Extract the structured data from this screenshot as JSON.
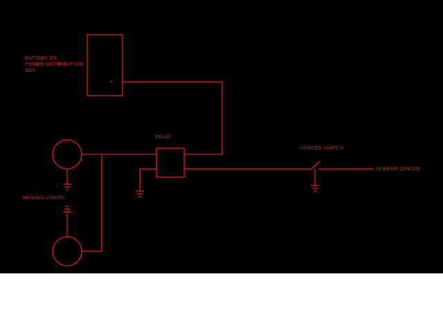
{
  "colors": {
    "background": "#000000",
    "wire": "#e8161f",
    "below_canvas": "#ffffff"
  },
  "labels": {
    "battery_line1": "BATTERY OR",
    "battery_line2": "POWER DISTRIBUTION",
    "battery_line3": "BOX",
    "battery_terminal": "+",
    "relay": "RELAY",
    "lighted_switch": "LIGHTED SWITCH",
    "hi_beam": "HI BEAM CIRCUIT",
    "driving_lights": "DRIVING LIGHTS"
  }
}
